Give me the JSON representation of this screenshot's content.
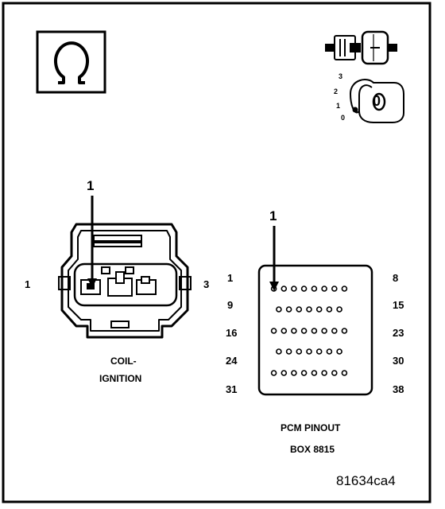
{
  "coil": {
    "callout": "1",
    "pin_left": "1",
    "pin_right": "3",
    "title_line1": "COIL-",
    "title_line2": "IGNITION"
  },
  "pcm": {
    "callout": "1",
    "row_labels_left": [
      "1",
      "9",
      "16",
      "24",
      "31"
    ],
    "row_labels_right": [
      "8",
      "15",
      "23",
      "30",
      "38"
    ],
    "pins_per_row": [
      8,
      7,
      8,
      7,
      8
    ],
    "title_line1": "PCM PINOUT",
    "title_line2": "BOX 8815"
  },
  "key_symbol": {
    "positions": [
      "3",
      "2",
      "1",
      "0"
    ],
    "key_label": "0"
  },
  "figure_ref": "81634ca4",
  "icons": [
    "ohmmeter-icon",
    "connector-disconnect-icon",
    "ignition-key-off-icon"
  ]
}
